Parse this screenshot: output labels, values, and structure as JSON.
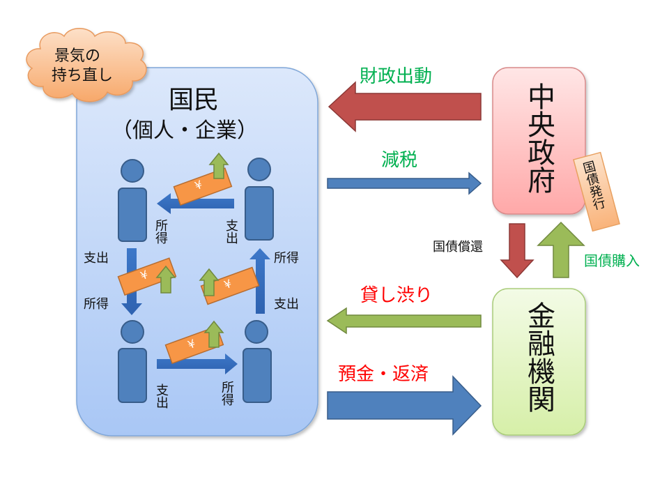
{
  "colors": {
    "blue_arrow": "#4F81BD",
    "red_arrow": "#C0504D",
    "green_arrow": "#9BBB59",
    "bill_orange": "#F79646",
    "label_green": "#00B050",
    "label_red": "#FF0000",
    "people_box": "#B9D2F7",
    "gov_box": "#FFB3B3",
    "bank_box": "#DDF2B8",
    "cloud": "#F9B98A"
  },
  "cloud": {
    "line1": "景気の",
    "line2": "持ち直し"
  },
  "people": {
    "title": "国民",
    "subtitle": "（個人・企業）",
    "yen_symbol": "¥",
    "labels": {
      "top_left_income": "所得",
      "top_right_spend": "支出",
      "left_spend": "支出",
      "left_income": "所得",
      "right_income": "所得",
      "right_spend": "支出",
      "bottom_left_spend": "支出",
      "bottom_right_income": "所得"
    }
  },
  "government": {
    "title": "中央政府",
    "bond_issue_tag": "国債発行"
  },
  "bank": {
    "title": "金融機関"
  },
  "flows": {
    "fiscal_stimulus": "財政出動",
    "tax_cut": "減税",
    "bond_redemption": "国債償還",
    "bond_purchase": "国債購入",
    "credit_crunch": "貸し渋り",
    "deposit_repayment": "預金・返済"
  }
}
